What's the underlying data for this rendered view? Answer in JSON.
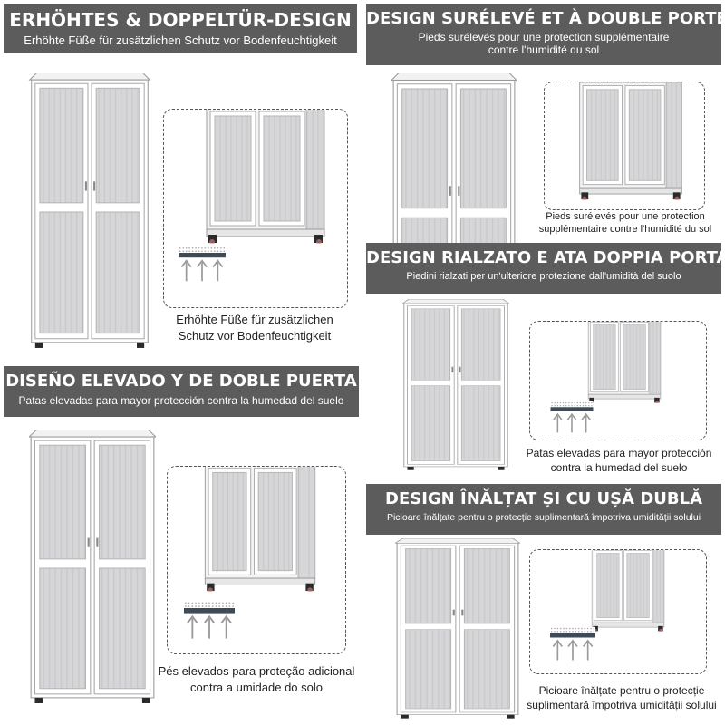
{
  "sections": [
    {
      "title": "ERHÖHTES & DOPPELTÜR-DESIGN",
      "subtitle": "Erhöhte Füße für zusätzlichen Schutz vor Bodenfeuchtigkeit",
      "caption_line1": "Erhöhte Füße für zusätzlichen",
      "caption_line2": "Schutz vor Bodenfeuchtigkeit"
    },
    {
      "title": "DESIGN SURÉLEVÉ ET À DOUBLE PORTE",
      "subtitle_line1": "Pieds surélevés pour une protection supplémentaire",
      "subtitle_line2": "contre l'humidité du sol",
      "caption_line1": "Pieds surélevés pour une protection",
      "caption_line2": "supplémentaire contre l'humidité du sol"
    },
    {
      "title": "DESIGN RIALZATO E ATA DOPPIA PORTA",
      "subtitle": "Piedini rialzati per un'ulteriore protezione dall'umidità del suolo",
      "caption_line1": "Patas elevadas para mayor protección",
      "caption_line2": "contra la humedad del suelo"
    },
    {
      "title": "DISEÑO ELEVADO Y DE DOBLE PUERTA",
      "subtitle": "Patas elevadas para mayor protección contra la humedad del suelo",
      "caption_line1": "Pés elevados para proteção adicional",
      "caption_line2": "contra a umidade do solo"
    },
    {
      "title": "DESIGN ÎNĂLȚAT ȘI CU UȘĂ DUBLĂ",
      "subtitle": "Picioare înălțate pentru o protecție suplimentară împotriva umidității solului",
      "caption_line1": "Picioare înălțate pentru o protecție",
      "caption_line2": "suplimentară împotriva umidității solului"
    }
  ],
  "colors": {
    "banner": "#5c5c5c",
    "panel": "#d9d9d9",
    "frame": "#ffffff",
    "outline": "#9a9a9a",
    "foot": "#2a2a2a",
    "layer": "#3f4a57",
    "arrow": "#9a9a9a"
  }
}
